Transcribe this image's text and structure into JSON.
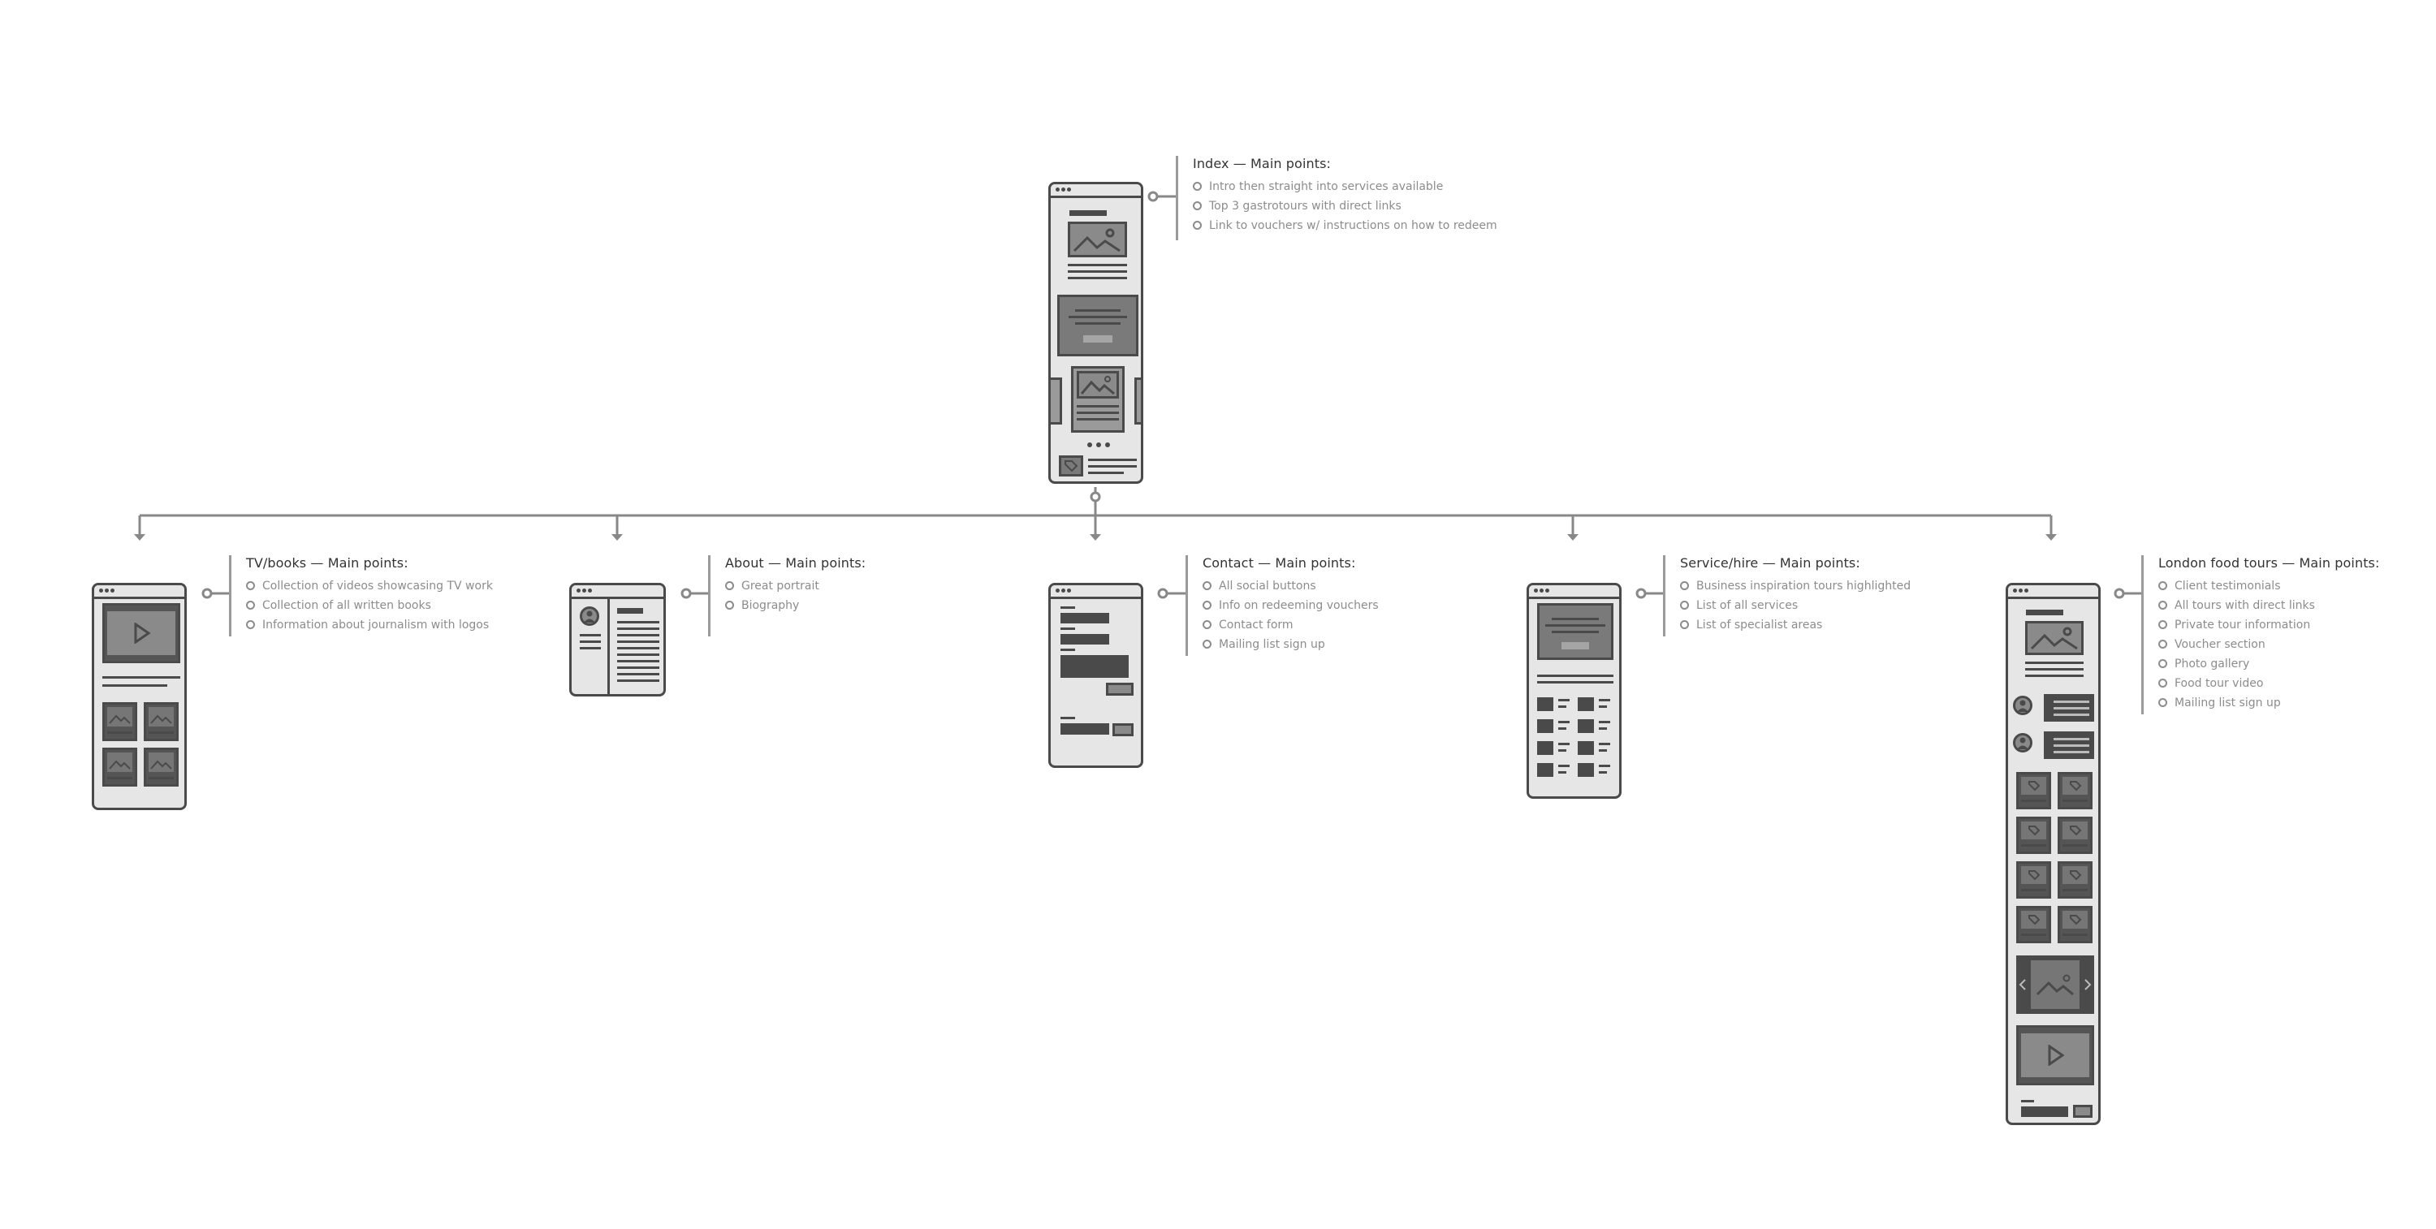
{
  "nodes": {
    "index": {
      "title": "Index — Main points:",
      "points": [
        "Intro then straight into services available",
        "Top 3 gastrotours with direct links",
        "Link to vouchers w/ instructions on how to redeem"
      ]
    },
    "tvbooks": {
      "title": "TV/books — Main points:",
      "points": [
        "Collection of videos showcasing TV work",
        "Collection of all written books",
        "Information about journalism with logos"
      ]
    },
    "about": {
      "title": "About — Main points:",
      "points": [
        "Great portrait",
        "Biography"
      ]
    },
    "contact": {
      "title": "Contact — Main points:",
      "points": [
        "All social buttons",
        "Info on redeeming vouchers",
        "Contact form",
        "Mailing list sign up"
      ]
    },
    "service": {
      "title": "Service/hire — Main points:",
      "points": [
        "Business inspiration tours highlighted",
        "List of all services",
        "List of specialist areas"
      ]
    },
    "london": {
      "title": "London food tours — Main points:",
      "points": [
        "Client testimonials",
        "All tours with direct links",
        "Private tour information",
        "Voucher section",
        "Photo gallery",
        "Food tour video",
        "Mailing list sign up"
      ]
    }
  },
  "colors": {
    "stroke": "#4a4a4a",
    "fill": "#e6e6e6",
    "text": "#333333",
    "muted": "#8c8c8c"
  }
}
